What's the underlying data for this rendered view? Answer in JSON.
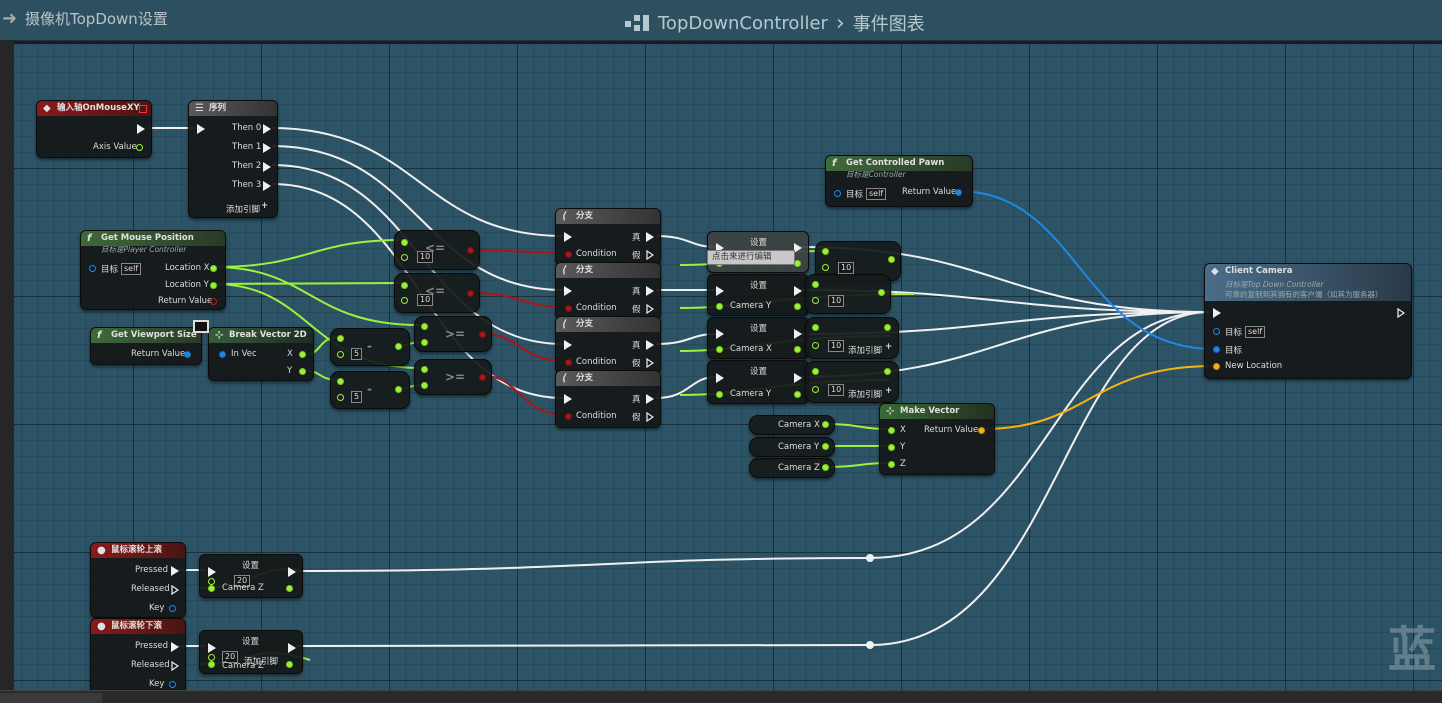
{
  "window": {
    "tab_title": "摄像机TopDown设置",
    "breadcrumb_blueprint": "TopDownController",
    "breadcrumb_separator": "›",
    "breadcrumb_graph": "事件图表",
    "watermark": "蓝"
  },
  "nodes": {
    "input_axis": {
      "title": "输入轴OnMouseXY",
      "axis_value": "Axis Value"
    },
    "sequence": {
      "title": "序列",
      "then0": "Then 0",
      "then1": "Then 1",
      "then2": "Then 2",
      "then3": "Then 3",
      "add_pin": "添加引脚"
    },
    "get_mouse_position": {
      "title": "Get Mouse Position",
      "subtitle": "目标是Player Controller",
      "target": "目标",
      "self": "self",
      "location_x": "Location X",
      "location_y": "Location Y",
      "return_value": "Return Value"
    },
    "get_viewport_size": {
      "title": "Get Viewport Size",
      "return_value": "Return Value"
    },
    "break_vector_2d": {
      "title": "Break Vector 2D",
      "in_vec": "In Vec",
      "x": "X",
      "y": "Y"
    },
    "compare_le_1": {
      "symbol": "<=",
      "value": "10"
    },
    "compare_le_2": {
      "symbol": "<=",
      "value": "10"
    },
    "compare_ge_1": {
      "symbol": ">="
    },
    "compare_ge_2": {
      "symbol": ">="
    },
    "subtract_1": {
      "symbol": "-",
      "value": "5"
    },
    "subtract_2": {
      "symbol": "-",
      "value": "5"
    },
    "branch": {
      "title": "分支",
      "condition": "Condition",
      "true_label": "真",
      "false_label": "假"
    },
    "set": {
      "title": "设置",
      "camera_x": "Camera X",
      "camera_y": "Camera Y",
      "camera_z": "Camera Z"
    },
    "math_right": {
      "v1": "10",
      "v2": "10",
      "v3": "10",
      "v4": "10",
      "add_pin": "添加引脚"
    },
    "tooltip": "点击来进行编辑",
    "get_controlled_pawn": {
      "title": "Get Controlled Pawn",
      "subtitle": "目标是Controller",
      "target": "目标",
      "self": "self",
      "return_value": "Return Value"
    },
    "client_camera": {
      "title": "Client Camera",
      "subtitle1": "目标是Top Down Controller",
      "subtitle2": "可靠的复制到其拥有的客户端（如其为服务器）",
      "target": "目标",
      "self": "self",
      "target2": "目标",
      "new_location": "New Location"
    },
    "make_vector": {
      "title": "Make Vector",
      "x": "X",
      "y": "Y",
      "z": "Z",
      "return_value": "Return Value"
    },
    "camera_getters": {
      "x": "Camera X",
      "y": "Camera Y",
      "z": "Camera Z"
    },
    "wheel_up": {
      "title": "鼠标滚轮上滚",
      "pressed": "Pressed",
      "released": "Released",
      "key": "Key"
    },
    "wheel_down": {
      "title": "鼠标滚轮下滚",
      "pressed": "Pressed",
      "released": "Released",
      "key": "Key"
    },
    "set_zoom_up": {
      "title": "设置",
      "value": "20",
      "var": "Camera Z"
    },
    "set_zoom_down": {
      "title": "设置",
      "value": "20",
      "var": "Camera Z",
      "add_pin": "添加引脚"
    }
  },
  "colors": {
    "graph_bg": "#2d5466",
    "exec_wire": "#f0f0f0",
    "float_wire": "#9cf23a",
    "bool_wire": "#a81616",
    "object_wire": "#1e88e5",
    "vector_wire": "#f5b210"
  }
}
